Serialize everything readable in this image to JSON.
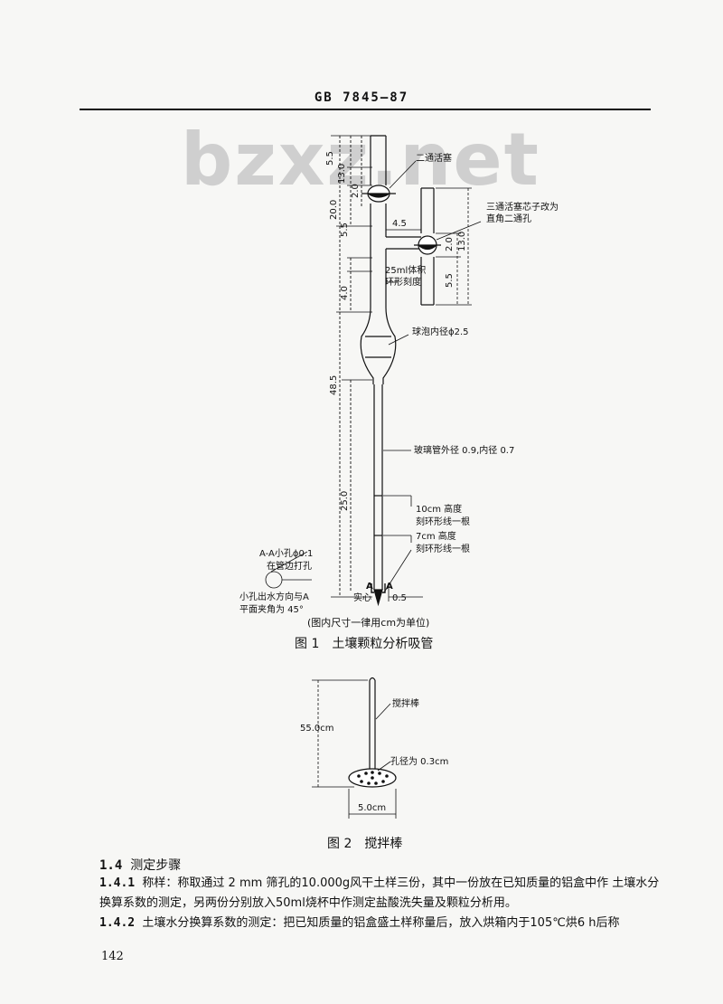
{
  "header": {
    "standard": "GB 7845—87"
  },
  "watermark": "bzxz.net",
  "figure1": {
    "labels": {
      "dim_5_5_top": "5.5",
      "dim_13_0": "13.0",
      "dim_2_0": "2.0",
      "dim_20_0": "20.0",
      "dim_5_5_mid": "5.5",
      "dim_4_0": "4.0",
      "dim_48_5": "48.5",
      "dim_25_0": "25.0",
      "dim_4_5": "4.5",
      "dim_side_2_0": "2.0",
      "dim_side_13_0": "13.0",
      "dim_side_5_5": "5.5",
      "dim_0_5": "0.5",
      "two_way_cock": "二通活塞",
      "three_way_line1": "三通活塞芯子改为",
      "three_way_line2": "直角二通孔",
      "volume_line1": "25ml体积",
      "volume_line2": "环形刻度",
      "bulb": "球泡内径ϕ2.5",
      "tube": "玻璃管外径 0.9,内径 0.7",
      "mark10_line1": "10cm 高度",
      "mark10_line2": "刻环形线一根",
      "mark7_line1": "7cm 高度",
      "mark7_line2": "刻环形线一根",
      "hole_line1": "A-A小孔ϕ0.1",
      "hole_line2": "在管边打孔",
      "direction_line1": "小孔出水方向与A",
      "direction_line2": "平面夹角为 45°",
      "solid": "实心",
      "section_A_left": "A",
      "section_A_right": "A",
      "units_note": "(图内尺寸一律用cm为单位)"
    },
    "caption": "图 1　土壤颗粒分析吸管"
  },
  "figure2": {
    "labels": {
      "rod": "搅拌棒",
      "height": "55.0cm",
      "hole": "孔径为 0.3cm",
      "width": "5.0cm"
    },
    "caption": "图 2　搅拌棒"
  },
  "body": {
    "section_num": "1.4",
    "section_title": "测定步骤",
    "p1_num": "1.4.1",
    "p1_text": "称样：称取通过 2 mm 筛孔的10.000g风干土样三份，其中一份放在已知质量的铝盒中作 土壤水分换算系数的测定，另两份分别放入50ml烧杯中作测定盐酸洗失量及颗粒分析用。",
    "p2_num": "1.4.2",
    "p2_text": "土壤水分换算系数的测定：把已知质量的铝盒盛土样称量后，放入烘箱内于105℃烘6 h后称"
  },
  "page_number": "142"
}
